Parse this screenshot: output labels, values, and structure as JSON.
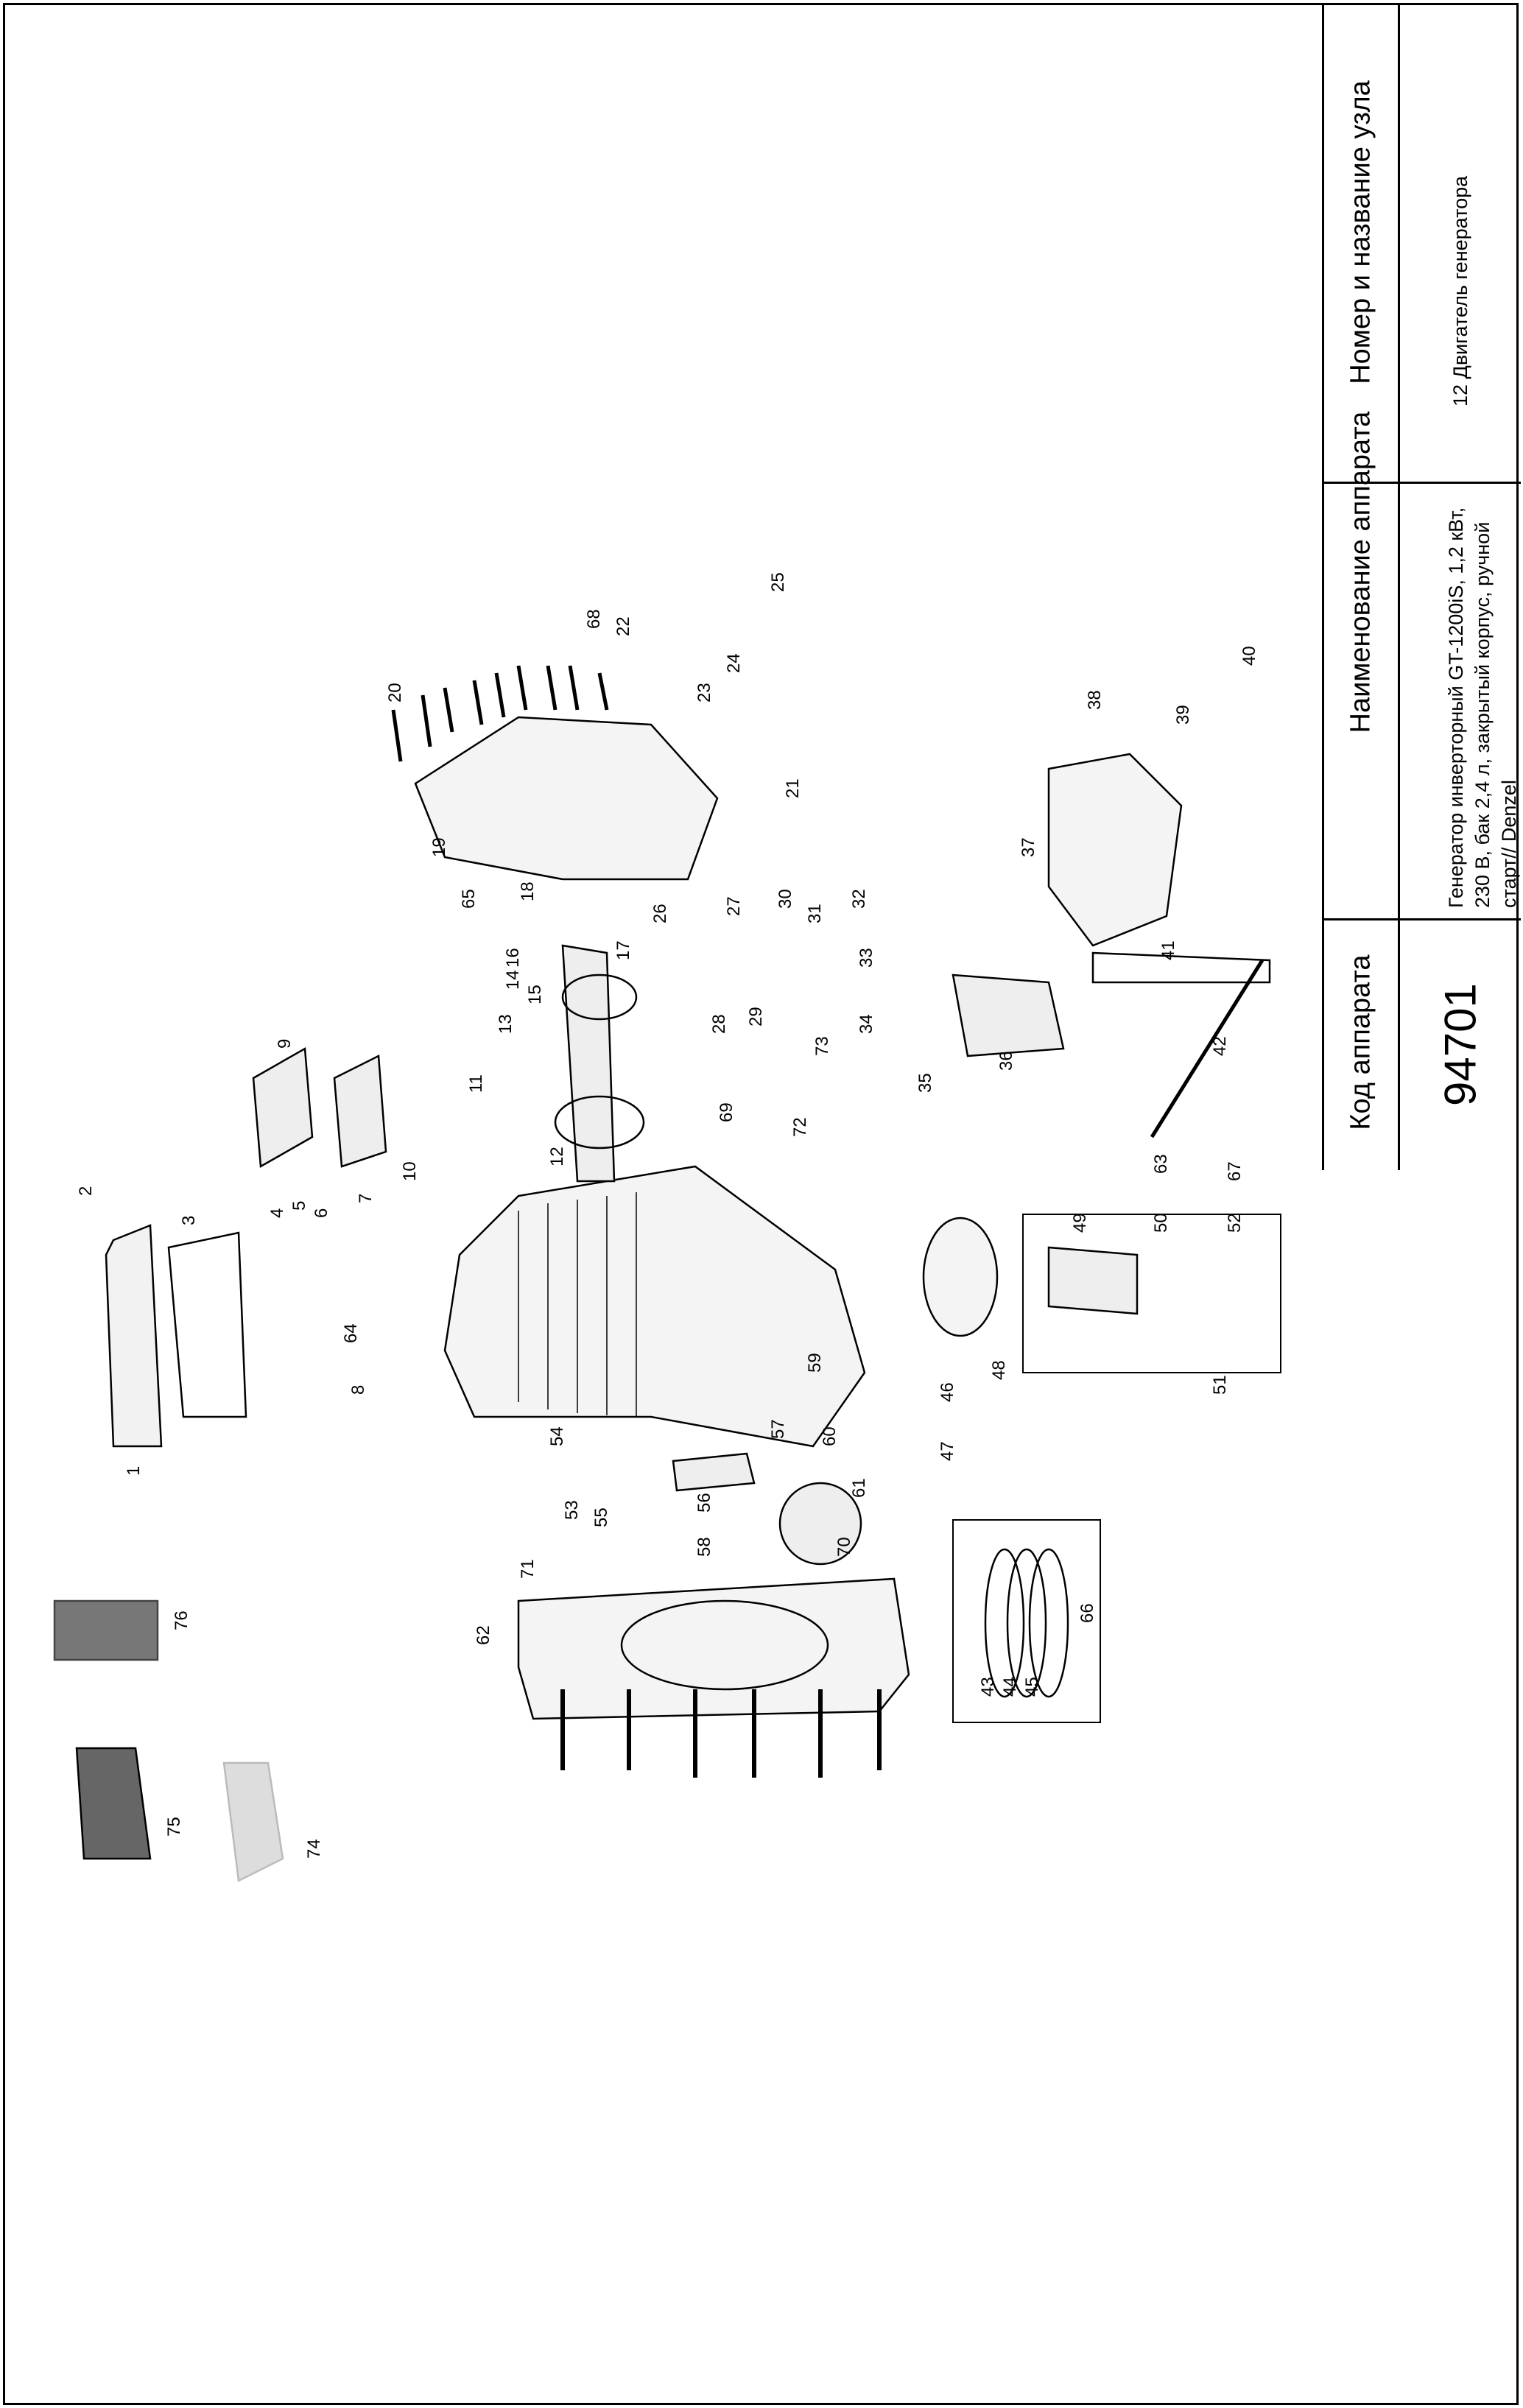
{
  "titleblock": {
    "col_code_header": "Код аппарата",
    "col_name_header": "Наименование аппарата",
    "col_unit_header": "Номер и название узла",
    "code_value": "94701",
    "name_value": "Генератор инверторный GT-1200iS, 1,2 кВт, 230 В, бак 2,4 л, закрытый корпус, ручной старт// Denzel",
    "unit_value": "12 Двигатель генератора"
  },
  "diagram": {
    "part_labels": [
      "1",
      "2",
      "3",
      "4",
      "5",
      "6",
      "7",
      "8",
      "9",
      "10",
      "11",
      "12",
      "13",
      "14",
      "15",
      "16",
      "17",
      "18",
      "19",
      "20",
      "21",
      "22",
      "23",
      "24",
      "25",
      "26",
      "27",
      "28",
      "29",
      "30",
      "31",
      "32",
      "33",
      "34",
      "35",
      "36",
      "37",
      "38",
      "39",
      "40",
      "41",
      "42",
      "43",
      "44",
      "45",
      "46",
      "47",
      "48",
      "49",
      "50",
      "51",
      "52",
      "53",
      "54",
      "55",
      "56",
      "57",
      "58",
      "59",
      "60",
      "61",
      "62",
      "63",
      "64",
      "65",
      "66",
      "67",
      "68",
      "69",
      "70",
      "71",
      "72",
      "73",
      "74",
      "75",
      "76"
    ]
  }
}
